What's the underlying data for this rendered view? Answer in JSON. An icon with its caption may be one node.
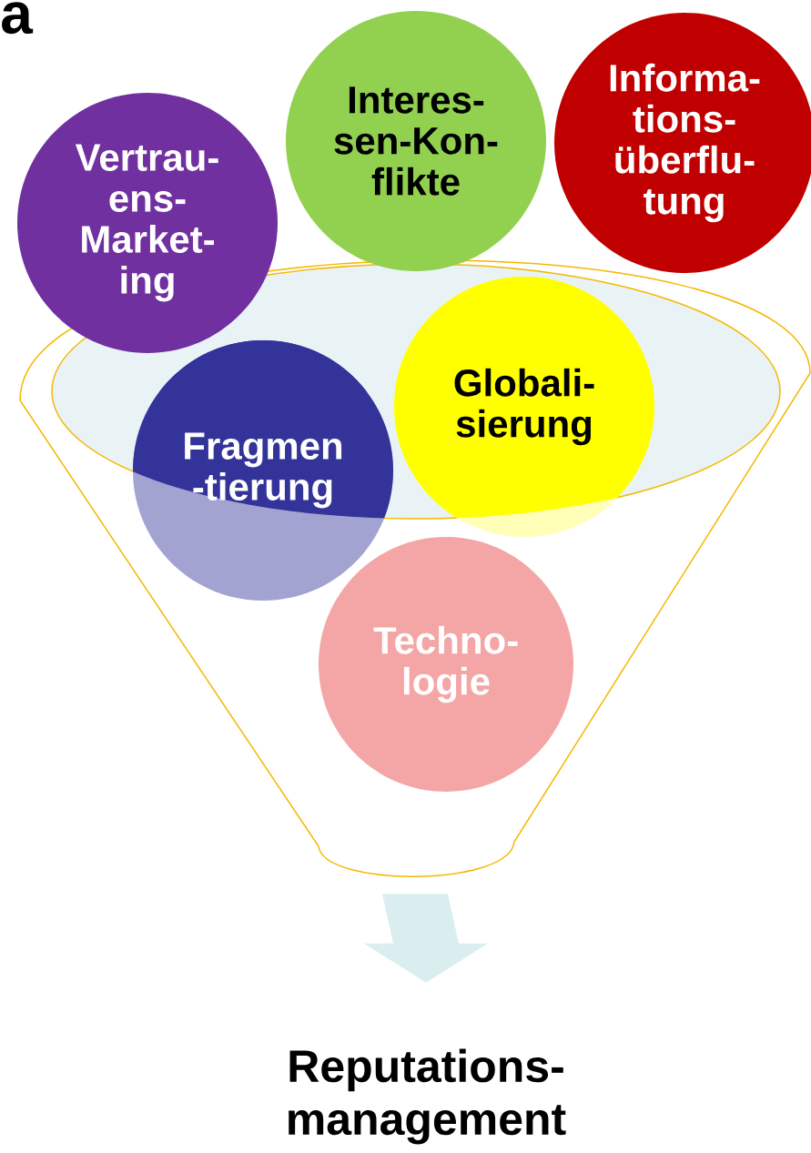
{
  "diagram": {
    "nodes": [
      {
        "text": [
          "Vertrau- ens- Market- ing"
        ]
      },
      {
        "text": [
          "Interes- sen-Kon- flikte"
        ]
      },
      {
        "text": [
          "Informa- tions- überflu- tung"
        ]
      },
      {
        "text": [
          "Globali- sierung"
        ],
        "in": 6
      },
      {
        "text": [
          "Fragmen -tierung"
        ],
        "in": 6
      },
      {
        "text": [
          "Techno- logie"
        ],
        "in": 6
      },
      {
        "text": [],
        "shape": "funnel"
      },
      {
        "text": [
          "Reputations- management"
        ]
      }
    ],
    "edges": [
      {
        "from": 6,
        "to": 7,
        "arrow": "to",
        "style": "thick"
      }
    ],
    "labels": [
      "a"
    ]
  }
}
